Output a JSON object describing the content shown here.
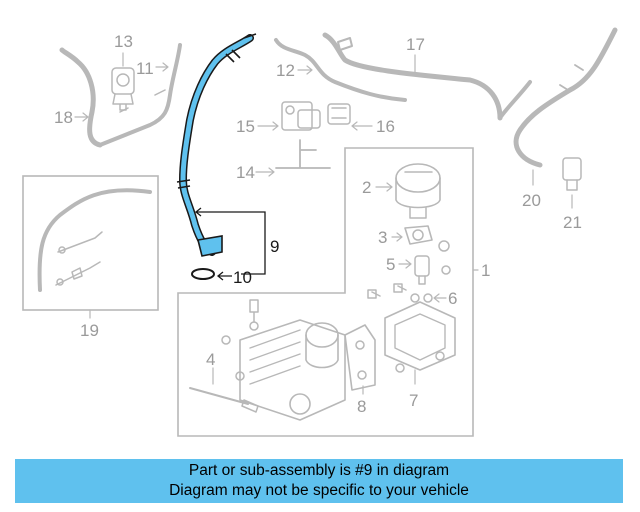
{
  "diagram": {
    "callouts": [
      "1",
      "2",
      "3",
      "4",
      "5",
      "6",
      "7",
      "8",
      "9",
      "10",
      "11",
      "12",
      "13",
      "14",
      "15",
      "16",
      "17",
      "18",
      "19",
      "20",
      "21"
    ],
    "highlight_color": "#5fc1ee",
    "outline_color": "#b8b8b8"
  },
  "caption": {
    "line1": "Part or sub-assembly is #9 in diagram",
    "line2": "Diagram may not be specific to your vehicle",
    "background": "#5fc1ee"
  }
}
